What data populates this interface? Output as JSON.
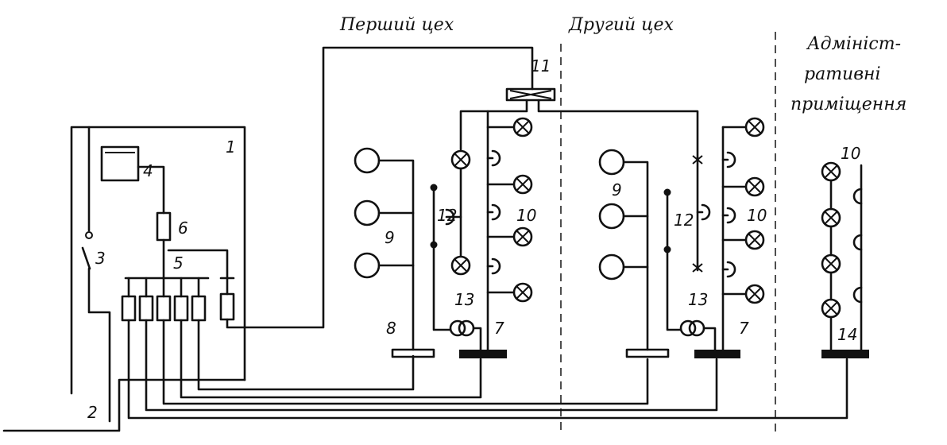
{
  "zones": {
    "first_shop": "Перший цех",
    "second_shop": "Другий цех",
    "admin_line1": "Адмініст-",
    "admin_line2": "ративні",
    "admin_line3": "приміщення"
  },
  "numbers": {
    "n1": "1",
    "n2": "2",
    "n3": "3",
    "n4": "4",
    "n5": "5",
    "n6": "6",
    "n7a": "7",
    "n7b": "7",
    "n8": "8",
    "n9a": "9",
    "n9b": "9",
    "n10a": "10",
    "n10b": "10",
    "n10c": "10",
    "n11": "11",
    "n12a": "12",
    "n12b": "12",
    "n13a": "13",
    "n13b": "13",
    "n14": "14"
  }
}
